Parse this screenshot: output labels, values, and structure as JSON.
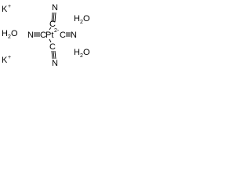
{
  "structure": {
    "potassium_top": {
      "symbol": "K",
      "charge": "+"
    },
    "potassium_bottom": {
      "symbol": "K",
      "charge": "+"
    },
    "water_right_top": {
      "prefix": "H",
      "subscript": "2",
      "suffix": "O"
    },
    "water_left": {
      "prefix": "H",
      "subscript": "2",
      "suffix": "O"
    },
    "water_right_bottom": {
      "prefix": "H",
      "subscript": "2",
      "suffix": "O"
    },
    "metal": {
      "symbol": "Pt",
      "charge": "2-"
    },
    "cyanide_top": {
      "n": "N",
      "c": "C"
    },
    "cyanide_left": {
      "n": "N",
      "c": "C"
    },
    "cyanide_right": {
      "n": "N",
      "c": "C"
    },
    "cyanide_bottom": {
      "n": "N",
      "c": "C"
    }
  }
}
